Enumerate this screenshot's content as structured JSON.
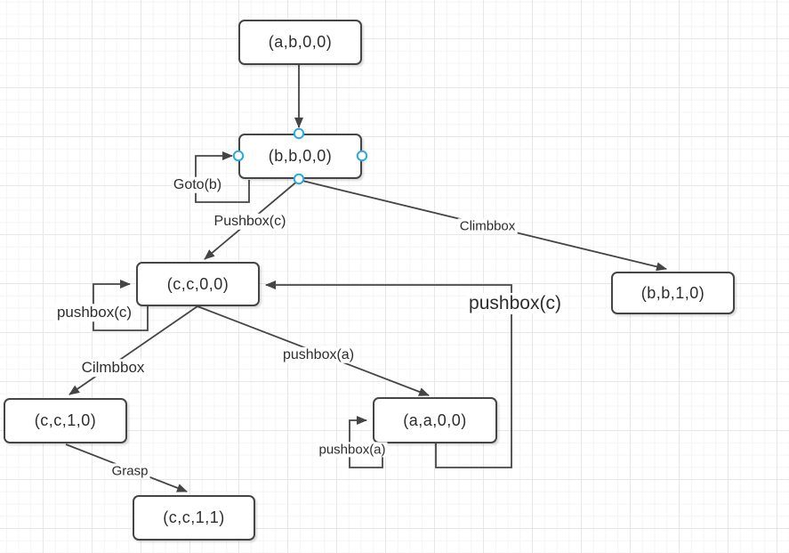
{
  "diagram": {
    "nodes": [
      {
        "id": "ab00",
        "label": "(a,b,0,0)"
      },
      {
        "id": "bb00",
        "label": "(b,b,0,0)"
      },
      {
        "id": "cc00",
        "label": "(c,c,0,0)"
      },
      {
        "id": "bb10",
        "label": "(b,b,1,0)"
      },
      {
        "id": "cc10",
        "label": "(c,c,1,0)"
      },
      {
        "id": "aa00",
        "label": "(a,a,0,0)"
      },
      {
        "id": "cc11",
        "label": "(c,c,1,1)"
      }
    ],
    "edge_labels": {
      "goto_b": "Goto(b)",
      "pushbox_c_upper": "Pushbox(c)",
      "climbbox": "Climbbox",
      "pushbox_c_loop": "pushbox(c)",
      "pushbox_c_return": "pushbox(c)",
      "cilmbbox": "Cilmbbox",
      "pushbox_a_edge": "pushbox(a)",
      "pushbox_a_loop": "pushbox(a)",
      "grasp": "Grasp"
    },
    "colors": {
      "line": "#454545",
      "node_border": "#454545",
      "node_fill": "#ffffff",
      "selection_handle": "#29a9e1",
      "text": "#2d2d2d"
    }
  }
}
